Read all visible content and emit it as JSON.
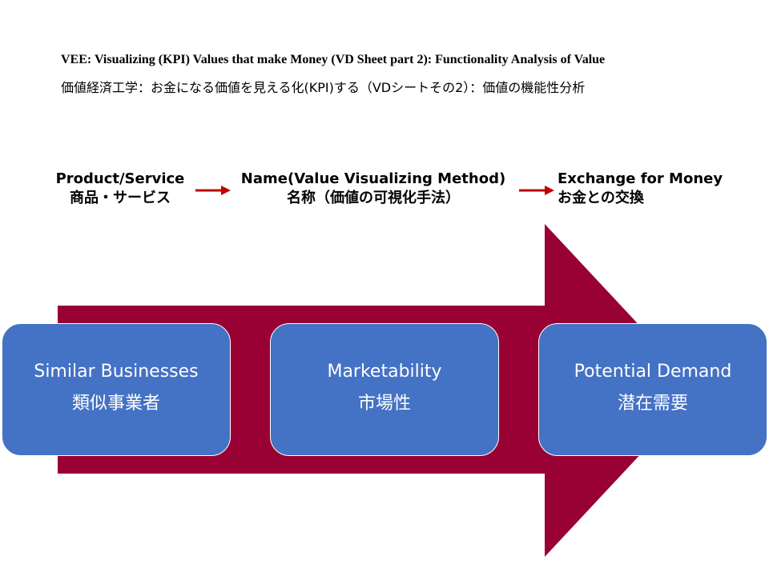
{
  "title": {
    "en": "VEE: Visualizing (KPI) Values that make Money (VD Sheet part 2): Functionality Analysis of Value",
    "ja": "価値経済工学：お金になる価値を見える化(KPI)する（VDシートその2）：価値の機能性分析"
  },
  "flow": [
    {
      "en": "Product/Service",
      "ja": "商品・サービス"
    },
    {
      "en": "Name(Value Visualizing Method)",
      "ja": "名称（価値の可視化手法）"
    },
    {
      "en": "Exchange for Money",
      "ja": "お金との交換"
    }
  ],
  "boxes": [
    {
      "en": "Similar Businesses",
      "ja": "類似事業者"
    },
    {
      "en": "Marketability",
      "ja": "市場性"
    },
    {
      "en": "Potential Demand",
      "ja": "潜在需要"
    }
  ],
  "colors": {
    "big_arrow": "#990033",
    "small_arrow": "#c00000",
    "box_fill": "#4472c4",
    "box_text": "#ffffff"
  }
}
